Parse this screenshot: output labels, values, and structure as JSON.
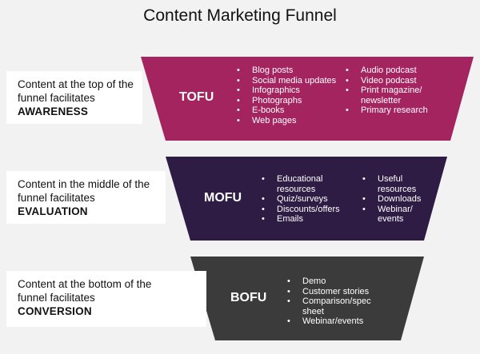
{
  "title": "Content Marketing Funnel",
  "colors": {
    "tofu": "#a3245f",
    "mofu": "#2e1c44",
    "bofu": "#3b3b3b",
    "background": "#f2f2f2"
  },
  "bullet": "•",
  "stages": [
    {
      "abbr": "TOFU",
      "label_lines": [
        "Content at the top of the",
        "funnel facilitates"
      ],
      "stage_name": "AWARENESS",
      "col1": [
        "Blog posts",
        "Social media updates",
        "Infographics",
        "Photographs",
        "E-books",
        "Web pages"
      ],
      "col2": [
        "Audio podcast",
        "Video podcast",
        "Print magazine/ newsletter",
        "Primary research"
      ]
    },
    {
      "abbr": "MOFU",
      "label_lines": [
        "Content in the middle of the",
        "funnel facilitates"
      ],
      "stage_name": "EVALUATION",
      "col1": [
        "Educational resources",
        "Quiz/surveys",
        "Discounts/offers",
        "Emails"
      ],
      "col2": [
        "Useful resources",
        "Downloads",
        "Webinar/ events"
      ]
    },
    {
      "abbr": "BOFU",
      "label_lines": [
        "Content at the bottom of the",
        "funnel facilitates"
      ],
      "stage_name": "CONVERSION",
      "col1": [
        "Demo",
        "Customer stories",
        "Comparison/spec sheet",
        "Webinar/events"
      ],
      "col2": []
    }
  ]
}
